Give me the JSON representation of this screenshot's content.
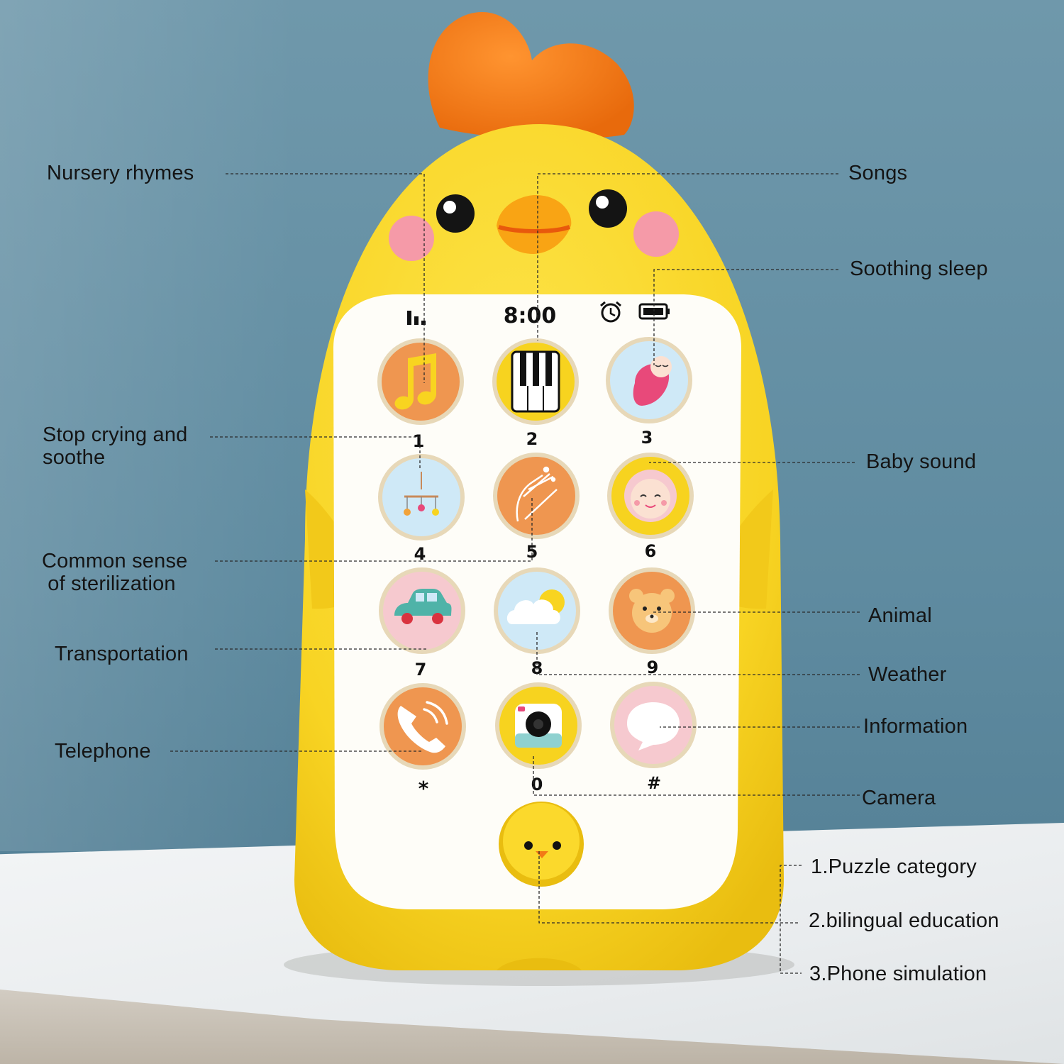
{
  "status_bar": {
    "time": "8:00"
  },
  "keypad": [
    {
      "key": "1",
      "icon": "music-note-icon",
      "color": "#ef9650"
    },
    {
      "key": "2",
      "icon": "piano-icon",
      "color": "#f7d31f"
    },
    {
      "key": "3",
      "icon": "sleeping-baby-icon",
      "color": "#cfe9f7"
    },
    {
      "key": "4",
      "icon": "baby-mobile-icon",
      "color": "#cfe9f7"
    },
    {
      "key": "5",
      "icon": "washing-hands-icon",
      "color": "#ef9650"
    },
    {
      "key": "6",
      "icon": "baby-face-icon",
      "color": "#f7d31f"
    },
    {
      "key": "7",
      "icon": "car-icon",
      "color": "#f6c9cf"
    },
    {
      "key": "8",
      "icon": "weather-cloud-sun-icon",
      "color": "#cfe9f7"
    },
    {
      "key": "9",
      "icon": "bear-icon",
      "color": "#ef9650"
    },
    {
      "key": "*",
      "icon": "phone-icon",
      "color": "#ef9650"
    },
    {
      "key": "0",
      "icon": "camera-icon",
      "color": "#f7d31f"
    },
    {
      "key": "#",
      "icon": "message-bubble-icon",
      "color": "#f6c9cf"
    }
  ],
  "callouts": {
    "nursery_rhymes": "Nursery rhymes",
    "songs": "Songs",
    "soothing_sleep": "Soothing sleep",
    "stop_crying_line1": "Stop crying and",
    "stop_crying_line2": "soothe",
    "baby_sound": "Baby sound",
    "common_sense_line1": "Common sense",
    "common_sense_line2": " of sterilization",
    "animal": "Animal",
    "transportation": "Transportation",
    "weather": "Weather",
    "information": "Information",
    "telephone": "Telephone",
    "camera": "Camera",
    "mode_1": "1.Puzzle category",
    "mode_2": "2.bilingual education",
    "mode_3": "3.Phone simulation"
  },
  "colors": {
    "toy_body": "#fbd92c",
    "comb": "#f27a16",
    "screen": "#fefdf8",
    "wall": "#648fa4"
  }
}
